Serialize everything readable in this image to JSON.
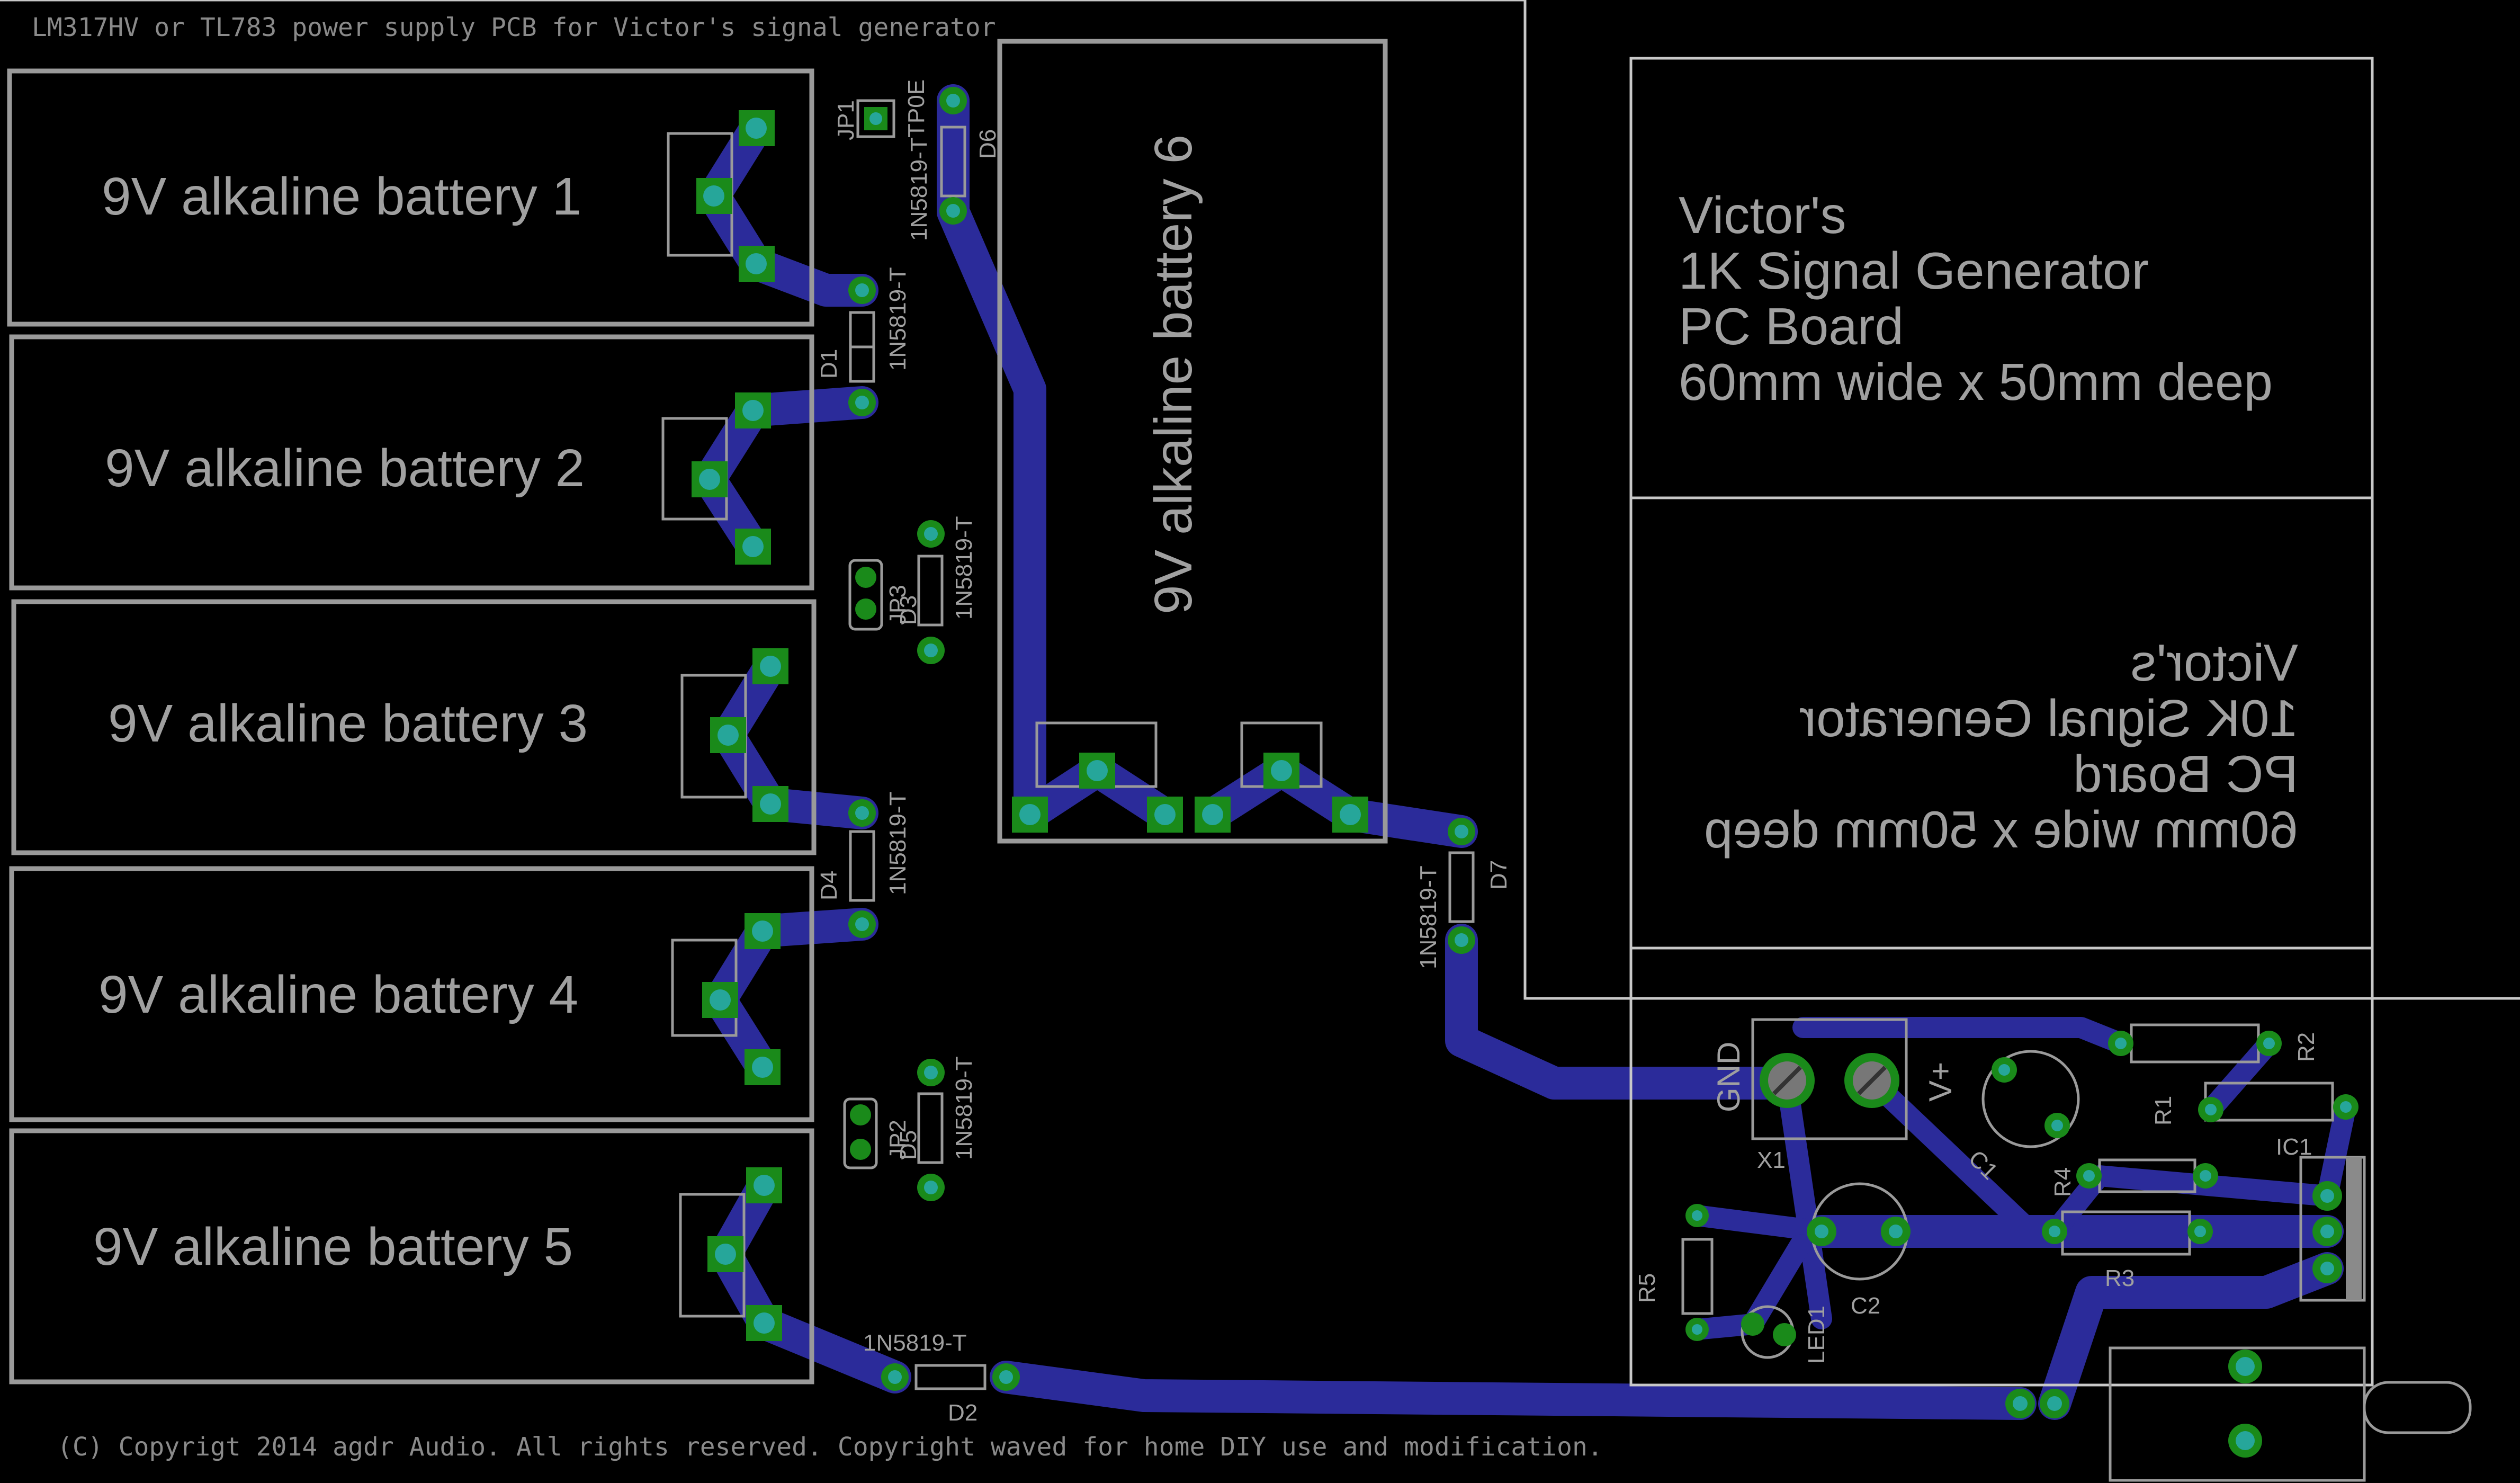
{
  "header": {
    "title": "LM317HV or TL783 power supply PCB for Victor's signal generator"
  },
  "footer": {
    "copyright": "(C) Copyrigt 2014 agdr Audio. All rights reserved. Copyright waved for home DIY use and modification."
  },
  "batteries": {
    "b1": "9V alkaline battery 1",
    "b2": "9V alkaline battery 2",
    "b3": "9V alkaline battery 3",
    "b4": "9V alkaline battery 4",
    "b5": "9V alkaline battery 5",
    "b6": "9V alkaline battery 6"
  },
  "diode_part": "1N5819-T",
  "refs": {
    "d1": "D1",
    "d2": "D2",
    "d3": "D3",
    "d4": "D4",
    "d5": "D5",
    "d6": "D6",
    "d7": "D7",
    "jp1": "JP1",
    "jp2": "JP2",
    "jp3": "JP3",
    "tp0e": "TP0E",
    "x1": "X1",
    "gnd": "GND",
    "vplus": "V+",
    "c1": "C1",
    "c2": "C2",
    "r1": "R1",
    "r2": "R2",
    "r3": "R3",
    "r4": "R4",
    "r5": "R5",
    "ic1": "IC1",
    "led1": "LED1"
  },
  "board_1k": {
    "line1": "Victor's",
    "line2": "1K Signal Generator",
    "line3": "PC Board",
    "line4": "60mm wide x 50mm deep"
  },
  "board_10k": {
    "line1": "Victor's",
    "line2": "10K Signal Generator",
    "line3": "PC Board",
    "line4": "60mm wide x 50mm deep"
  }
}
